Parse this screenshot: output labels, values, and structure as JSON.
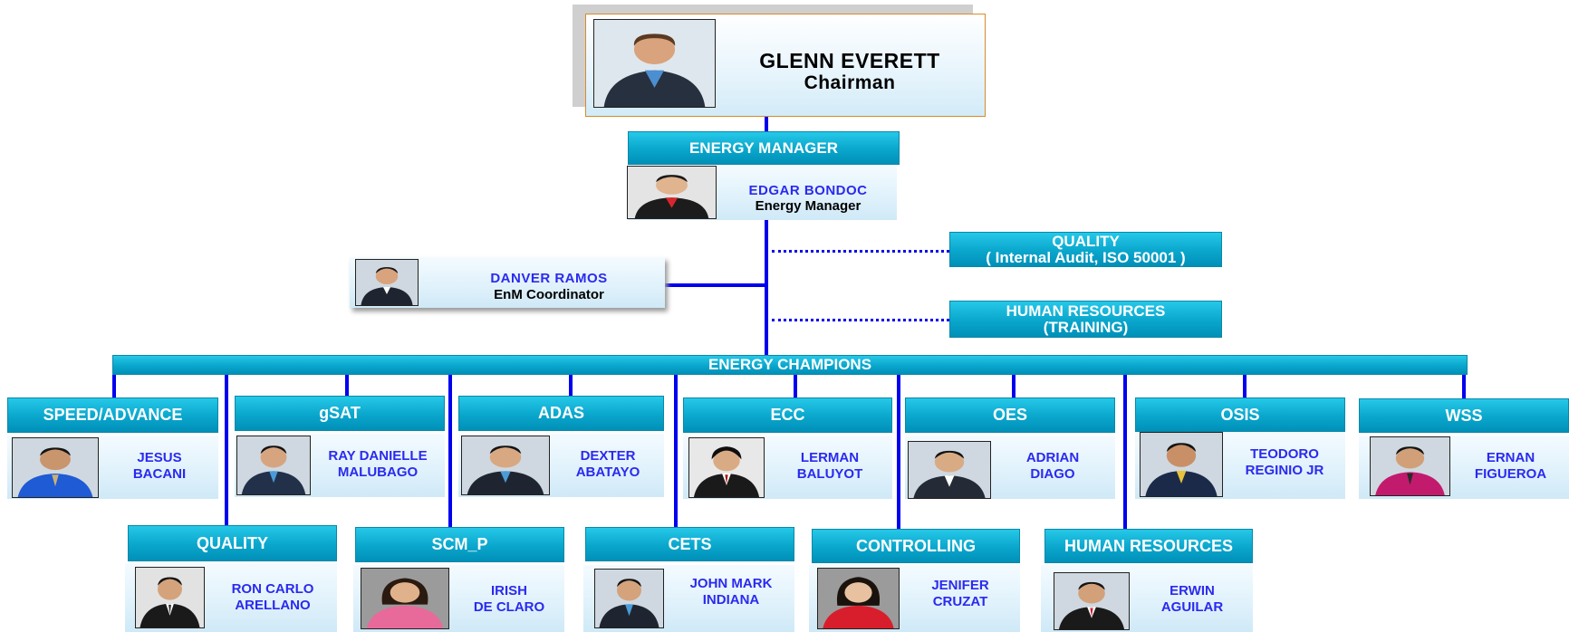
{
  "chairman": {
    "name": "GLENN EVERETT",
    "title": "Chairman",
    "icon": "person-photo-icon"
  },
  "energy_manager": {
    "header": "ENERGY MANAGER",
    "name": "EDGAR BONDOC",
    "title": "Energy Manager"
  },
  "coordinator": {
    "name": "DANVER RAMOS",
    "title": "EnM Coordinator"
  },
  "side_units": {
    "quality": {
      "line1": "QUALITY",
      "line2": "( Internal Audit, ISO 50001 )"
    },
    "hr": {
      "line1": "HUMAN RESOURCES",
      "line2": "(TRAINING)"
    }
  },
  "champions_header": "ENERGY CHAMPIONS",
  "champions_top": [
    {
      "dept": "SPEED/ADVANCE",
      "name": "JESUS\nBACANI"
    },
    {
      "dept": "gSAT",
      "name": "RAY DANIELLE\nMALUBAGO"
    },
    {
      "dept": "ADAS",
      "name": "DEXTER\nABATAYO"
    },
    {
      "dept": "ECC",
      "name": "LERMAN\nBALUYOT"
    },
    {
      "dept": "OES",
      "name": "ADRIAN\nDIAGO"
    },
    {
      "dept": "OSIS",
      "name": "TEODORO\nREGINIO JR"
    },
    {
      "dept": "WSS",
      "name": "ERNAN\nFIGUEROA"
    }
  ],
  "champions_bottom": [
    {
      "dept": "QUALITY",
      "name": "RON CARLO\nARELLANO"
    },
    {
      "dept": "SCM_P",
      "name": "IRISH\nDE CLARO"
    },
    {
      "dept": "CETS",
      "name": "JOHN MARK\nINDIANA"
    },
    {
      "dept": "CONTROLLING",
      "name": "JENIFER\nCRUZAT"
    },
    {
      "dept": "HUMAN RESOURCES",
      "name": "ERWIN\nAGUILAR"
    }
  ],
  "colors": {
    "connector": "#0000ee",
    "header": "#0aa6cc",
    "name_text": "#2a2af0"
  }
}
